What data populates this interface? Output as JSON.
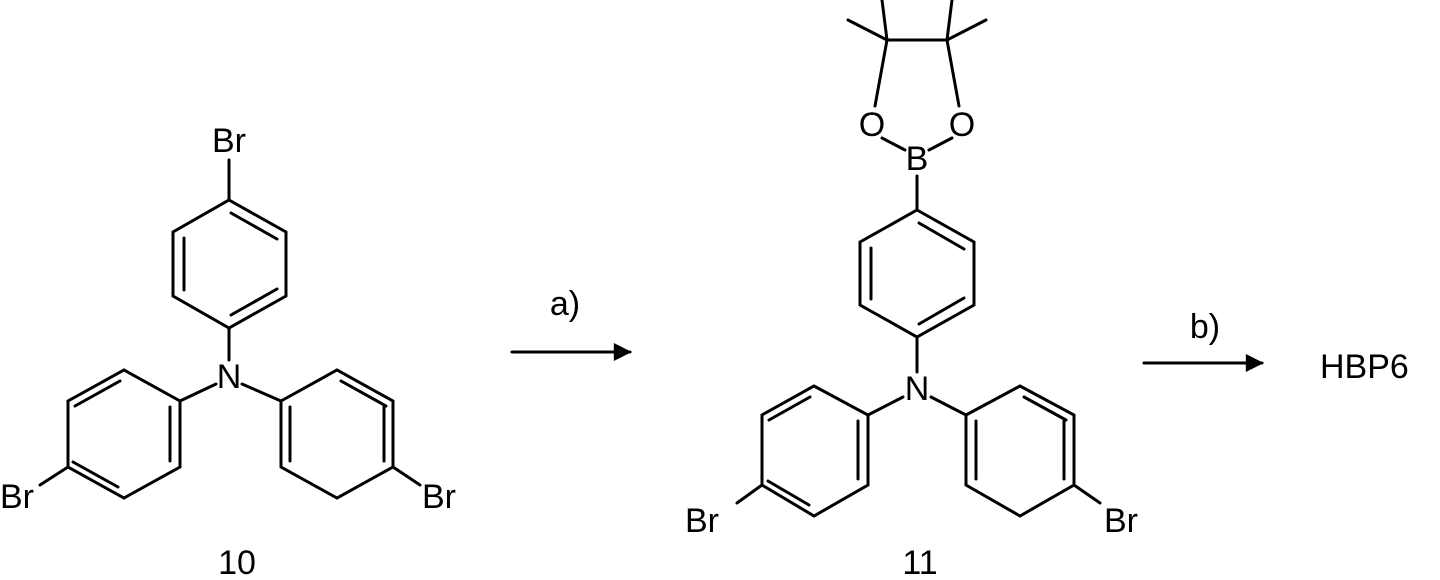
{
  "compound_10": {
    "label": "10",
    "atoms": {
      "br_top": "Br",
      "n": "N",
      "br_left": "Br",
      "br_right": "Br"
    }
  },
  "step_a": {
    "label": "a)"
  },
  "compound_11": {
    "label": "11",
    "atoms": {
      "o_left": "O",
      "o_right": "O",
      "b": "B",
      "n": "N",
      "br_left": "Br",
      "br_right": "Br"
    }
  },
  "step_b": {
    "label": "b)"
  },
  "product": {
    "label": "HBP6"
  }
}
